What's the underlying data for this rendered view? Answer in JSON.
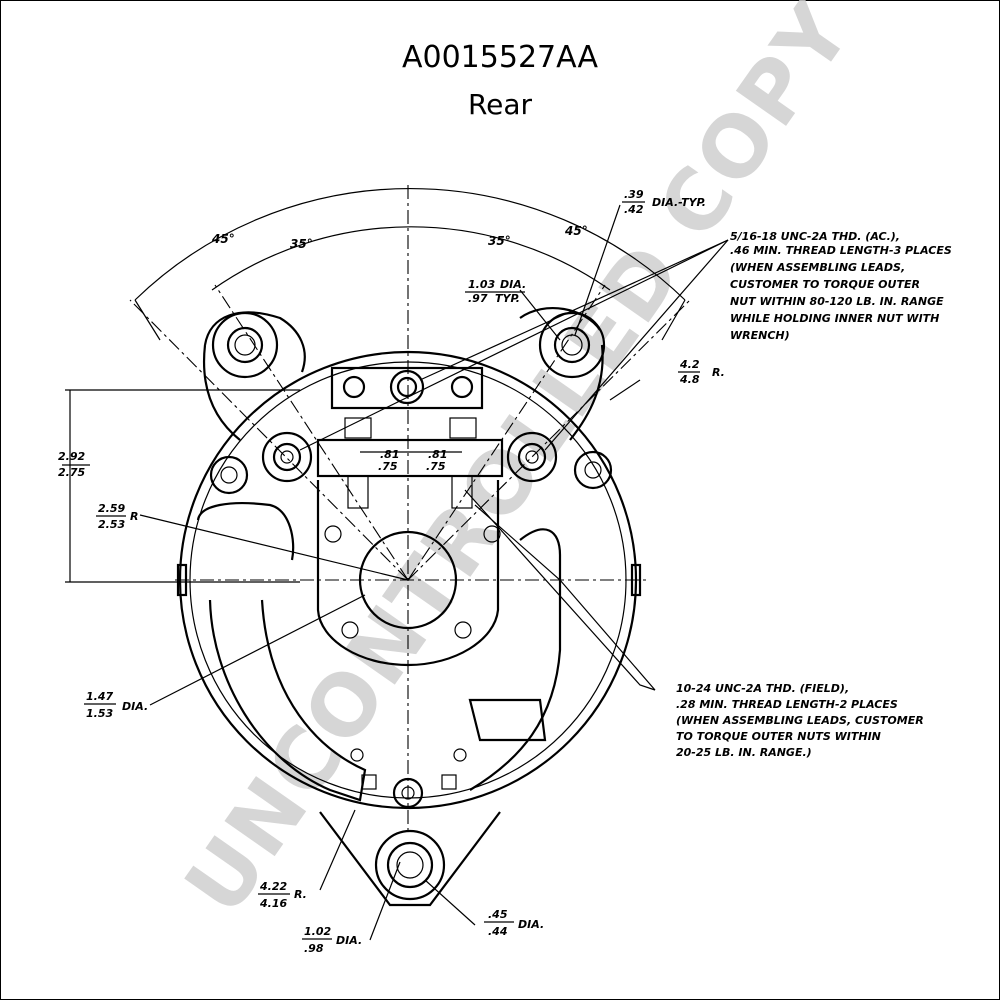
{
  "header": {
    "part_number": "A0015527AA",
    "view": "Rear"
  },
  "watermark": "UNCONTROLLED COPY",
  "angles": {
    "left_outer": "45°",
    "left_inner": "35°",
    "right_inner": "35°",
    "right_outer": "45°"
  },
  "dims": {
    "mount_hole_top": ".39",
    "mount_hole_bottom": ".42",
    "mount_hole_suffix": "DIA.-TYP.",
    "boss_dia_top": "1.03",
    "boss_dia_top_suffix": "DIA.",
    "boss_dia_bottom": ".97",
    "boss_dia_bottom_suffix": "TYP.",
    "height_top": "2.92",
    "height_bottom": "2.75",
    "radius_top": "2.59",
    "radius_bottom": "2.53",
    "radius_suffix": "R",
    "small_r_top": "4.2",
    "small_r_bottom": "4.8",
    "small_r_suffix": "R.",
    "spacing_left_top": ".81",
    "spacing_left_bottom": ".75",
    "spacing_right_top": ".81",
    "spacing_right_bottom": ".75",
    "bore_top": "1.47",
    "bore_bottom": "1.53",
    "bore_suffix": "DIA.",
    "pivot_r_top": "4.22",
    "pivot_r_bottom": "4.16",
    "pivot_r_suffix": "R.",
    "pivot_dia_top": "1.02",
    "pivot_dia_bottom": ".98",
    "pivot_dia_suffix": "DIA.",
    "pivot_hole_top": ".45",
    "pivot_hole_bottom": ".44",
    "pivot_hole_suffix": "DIA."
  },
  "notes": {
    "ac_stud": [
      "5/16-18 UNC-2A THD. (AC.),",
      ".46 MIN. THREAD LENGTH-3 PLACES",
      "(WHEN ASSEMBLING LEADS,",
      "CUSTOMER TO TORQUE OUTER",
      "NUT WITHIN 80-120 LB. IN. RANGE",
      "WHILE HOLDING INNER NUT WITH",
      "WRENCH)"
    ],
    "field_stud": [
      "10-24 UNC-2A THD. (FIELD),",
      ".28 MIN. THREAD LENGTH-2 PLACES",
      "(WHEN ASSEMBLING LEADS, CUSTOMER",
      "TO TORQUE OUTER NUTS WITHIN",
      "20-25 LB. IN. RANGE.)"
    ]
  }
}
